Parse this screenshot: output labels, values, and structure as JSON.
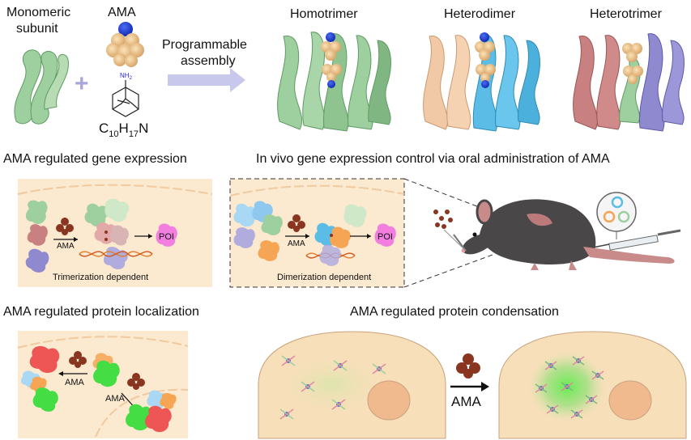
{
  "top": {
    "monomer_label_line1": "Monomeric",
    "monomer_label_line2": "subunit",
    "ama_label": "AMA",
    "nh2_label": "NH",
    "nh2_sub": "2",
    "formula_c": "C",
    "formula_c_sub": "10",
    "formula_h": "H",
    "formula_h_sub": "17",
    "formula_n": "N",
    "arrow_label_line1": "Programmable",
    "arrow_label_line2": "assembly",
    "homotrimer": "Homotrimer",
    "heterodimer": "Heterodimer",
    "heterotrimer": "Heterotrimer"
  },
  "gene": {
    "title": "AMA regulated gene expression",
    "ama": "AMA",
    "poi": "POI",
    "caption": "Trimerization dependent"
  },
  "invivo": {
    "title": "In vivo gene expression control via oral administration of AMA",
    "ama": "AMA",
    "poi": "POI",
    "caption": "Dimerization dependent"
  },
  "localization": {
    "title": "AMA regulated protein localization",
    "ama1": "AMA",
    "ama2": "AMA"
  },
  "condensation": {
    "title": "AMA regulated protein condensation",
    "ama": "AMA"
  },
  "colors": {
    "green": "#9ecf9f",
    "peach": "#f2c9a6",
    "blue": "#5bbde6",
    "rose": "#c98080",
    "purple": "#8f8ad0",
    "arrow": "#c8c8ec",
    "cell": "#f7dfba",
    "ama_brown": "#8a3520"
  }
}
